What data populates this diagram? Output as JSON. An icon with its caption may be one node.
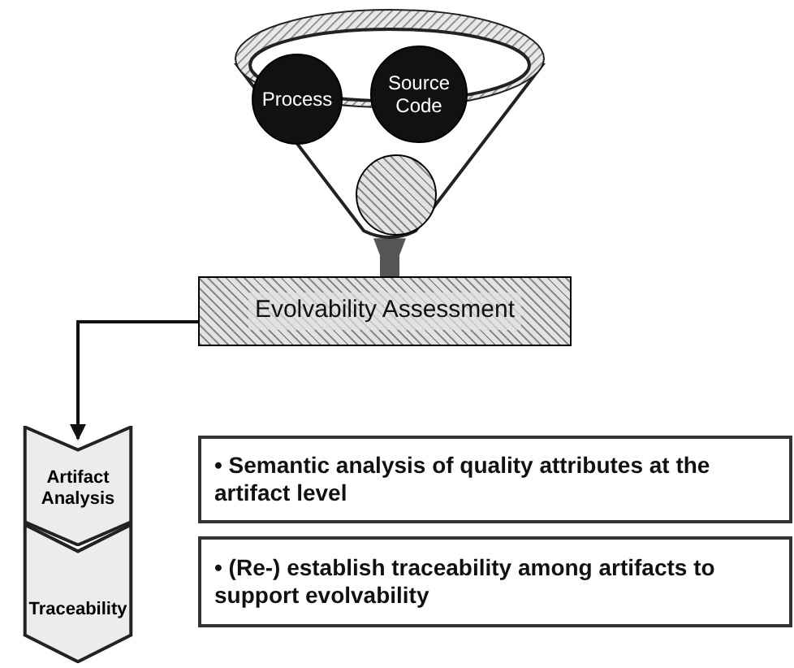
{
  "diagram": {
    "nodes": [
      {
        "text": [],
        "shape": "funnel"
      },
      {
        "text": [
          "Process"
        ],
        "in": 0
      },
      {
        "text": [
          "Source Code"
        ],
        "in": 0
      },
      {
        "text": [],
        "shape": "circle",
        "in": 0
      },
      {
        "text": [
          "Evolvability Assessment"
        ]
      },
      {
        "text": [
          "Artifact Analysis"
        ]
      },
      {
        "text": [
          "Traceability"
        ]
      },
      {
        "text": [
          "• Semantic analysis of quality attributes at the artifact level"
        ]
      },
      {
        "text": [
          "• (Re-) establish traceability among artifacts to support evolvability"
        ]
      }
    ],
    "edges": [
      {
        "from": 0,
        "to": 4,
        "arrow": "to",
        "style": "thick"
      },
      {
        "from": 4,
        "to": 5,
        "arrow": "to"
      }
    ]
  }
}
